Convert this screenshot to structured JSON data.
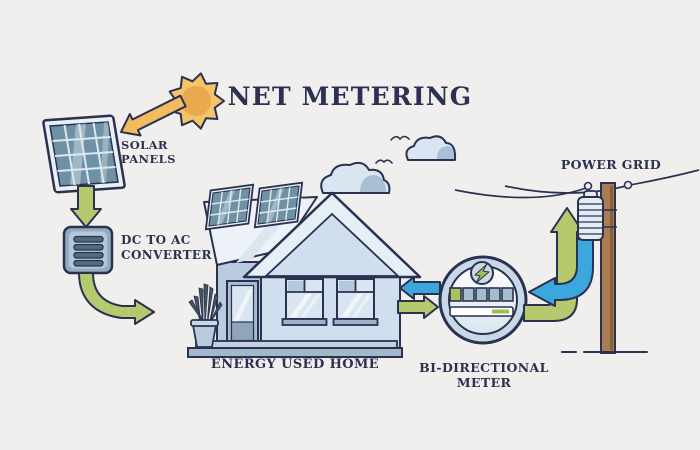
{
  "title": "NET METERING",
  "labels": {
    "solar_line1": "SOLAR",
    "solar_line2": "PANELS",
    "converter_line1": "DC TO AC",
    "converter_line2": "CONVERTER",
    "home": "ENERGY USED HOME",
    "meter_line1": "BI-DIRECTIONAL",
    "meter_line2": "METER",
    "grid": "POWER GRID"
  },
  "icons": {
    "sun": "starburst-shape",
    "sunlight_arrow": "orange-arrow",
    "solar_panel": "tilted-grid-panel",
    "converter": "vented-box",
    "house": "house-with-roof-panels",
    "plant": "potted-snake-plant",
    "meter": "circular-meter-with-bolt",
    "lightning": "bolt-glyph",
    "power_pole": "utility-pole-with-wires",
    "transformer": "ribbed-cylinder",
    "cloud": "cloud-outline",
    "bird": "curved-wing-glyph"
  },
  "colors": {
    "background": "#f0efed",
    "outline_navy": "#2b3150",
    "energy_green": "#b5c96e",
    "energy_blue": "#3ba7dc",
    "sun_orange": "#f2bb60",
    "sun_core": "#eaa94e",
    "pole_brown": "#aa7c52",
    "house_wall_blue": "#cfdfee",
    "panel_cell_blue": "#6e91a6",
    "meter_ring": "#c7d8e6",
    "status_green": "#9dbf52"
  }
}
